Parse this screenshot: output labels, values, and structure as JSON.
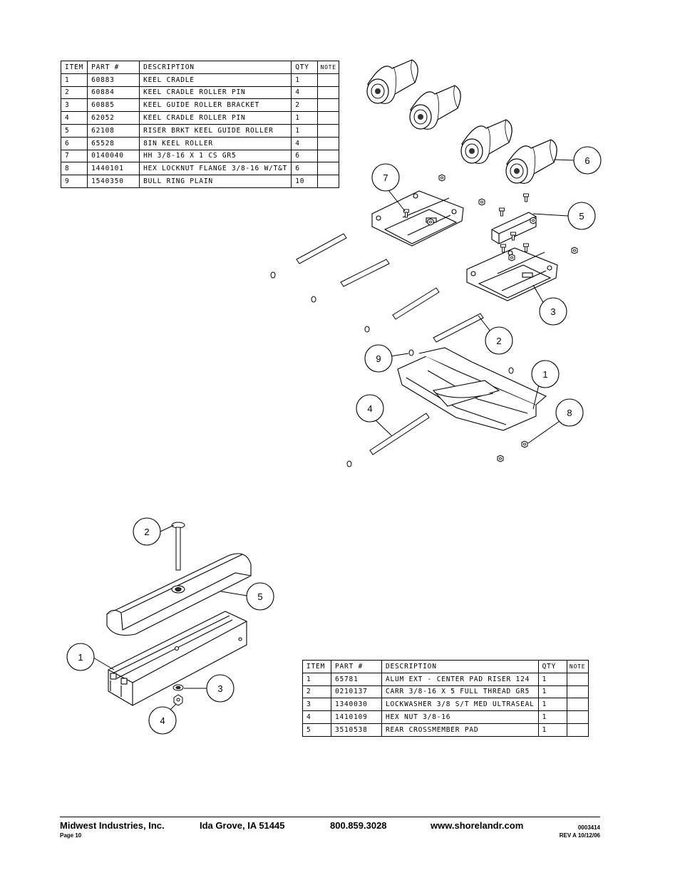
{
  "table1": {
    "headers": [
      "ITEM",
      "PART #",
      "DESCRIPTION",
      "QTY",
      "NOTE"
    ],
    "rows": [
      [
        "1",
        "60883",
        "KEEL CRADLE",
        "1",
        ""
      ],
      [
        "2",
        "60884",
        "KEEL CRADLE ROLLER PIN",
        "4",
        ""
      ],
      [
        "3",
        "60885",
        "KEEL GUIDE ROLLER BRACKET",
        "2",
        ""
      ],
      [
        "4",
        "62052",
        "KEEL CRADLE ROLLER PIN",
        "1",
        ""
      ],
      [
        "5",
        "62108",
        "RISER BRKT KEEL GUIDE ROLLER",
        "1",
        ""
      ],
      [
        "6",
        "65528",
        "8IN KEEL ROLLER",
        "4",
        ""
      ],
      [
        "7",
        "0140040",
        "HH 3/8-16 X 1 CS GR5",
        "6",
        ""
      ],
      [
        "8",
        "1440101",
        "HEX LOCKNUT FLANGE 3/8-16 W/T&T",
        "6",
        ""
      ],
      [
        "9",
        "1540350",
        "BULL RING PLAIN",
        "10",
        ""
      ]
    ]
  },
  "table2": {
    "headers": [
      "ITEM",
      "PART #",
      "DESCRIPTION",
      "QTY",
      "NOTE"
    ],
    "rows": [
      [
        "1",
        "65781",
        "ALUM EXT - CENTER PAD RISER 124",
        "1",
        ""
      ],
      [
        "2",
        "0210137",
        "CARR 3/8-16 X 5 FULL THREAD GR5",
        "1",
        ""
      ],
      [
        "3",
        "1340030",
        "LOCKWASHER 3/8 S/T MED ULTRASEAL",
        "1",
        ""
      ],
      [
        "4",
        "1410109",
        "HEX NUT 3/8-16",
        "1",
        ""
      ],
      [
        "5",
        "3510538",
        "REAR CROSSMEMBER PAD",
        "1",
        ""
      ]
    ]
  },
  "drawing1": {
    "balloons": {
      "b1": "1",
      "b2": "2",
      "b3": "3",
      "b4": "4",
      "b5": "5",
      "b6": "6",
      "b7": "7",
      "b8": "8",
      "b9": "9"
    }
  },
  "drawing2": {
    "balloons": {
      "b1": "1",
      "b2": "2",
      "b3": "3",
      "b4": "4",
      "b5": "5"
    }
  },
  "footer": {
    "company": "Midwest Industries, Inc.",
    "city": "Ida Grove, IA  51445",
    "phone": "800.859.3028",
    "website": "www.shorelandr.com",
    "page": "Page 10",
    "doc_number": "0003414",
    "revision": "REV A 10/12/06"
  }
}
